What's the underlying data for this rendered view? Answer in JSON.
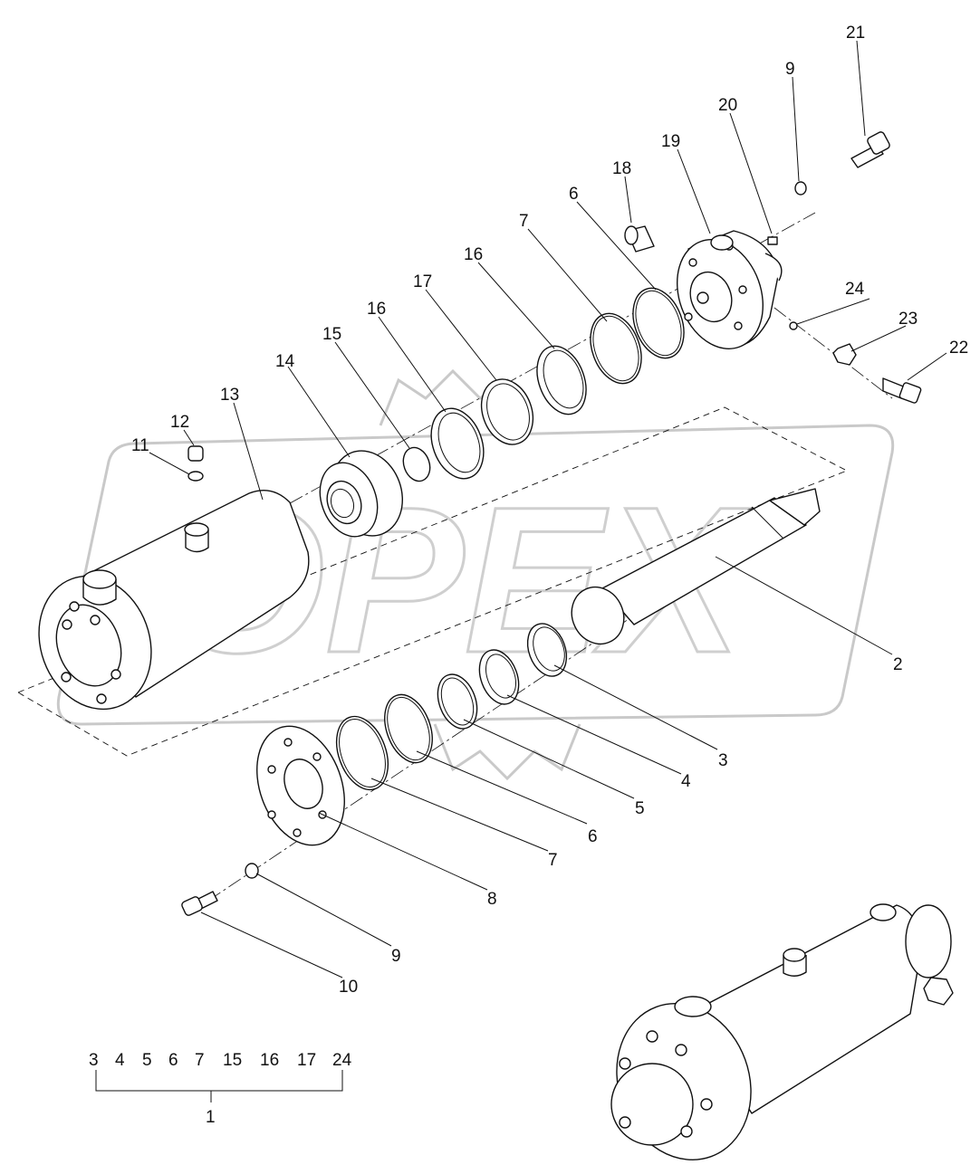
{
  "watermark": {
    "text": "OPEX"
  },
  "callouts": {
    "c1": "1",
    "c2": "2",
    "c3a": "3",
    "c3b": "3",
    "c4a": "4",
    "c4b": "4",
    "c5a": "5",
    "c5b": "5",
    "c6a": "6",
    "c6b": "6",
    "c6c": "6",
    "c7a": "7",
    "c7b": "7",
    "c7c": "7",
    "c8": "8",
    "c9a": "9",
    "c9b": "9",
    "c10": "10",
    "c11": "11",
    "c12": "12",
    "c13": "13",
    "c14": "14",
    "c15a": "15",
    "c15b": "15",
    "c16a": "16",
    "c16b": "16",
    "c16c": "16",
    "c17a": "17",
    "c17b": "17",
    "c18": "18",
    "c19": "19",
    "c20": "20",
    "c21": "21",
    "c22": "22",
    "c23": "23",
    "c24a": "24",
    "c24b": "24"
  },
  "kit_group": {
    "members": [
      "3",
      "4",
      "5",
      "6",
      "7",
      "15",
      "16",
      "17",
      "24"
    ],
    "kit_label": "1"
  }
}
